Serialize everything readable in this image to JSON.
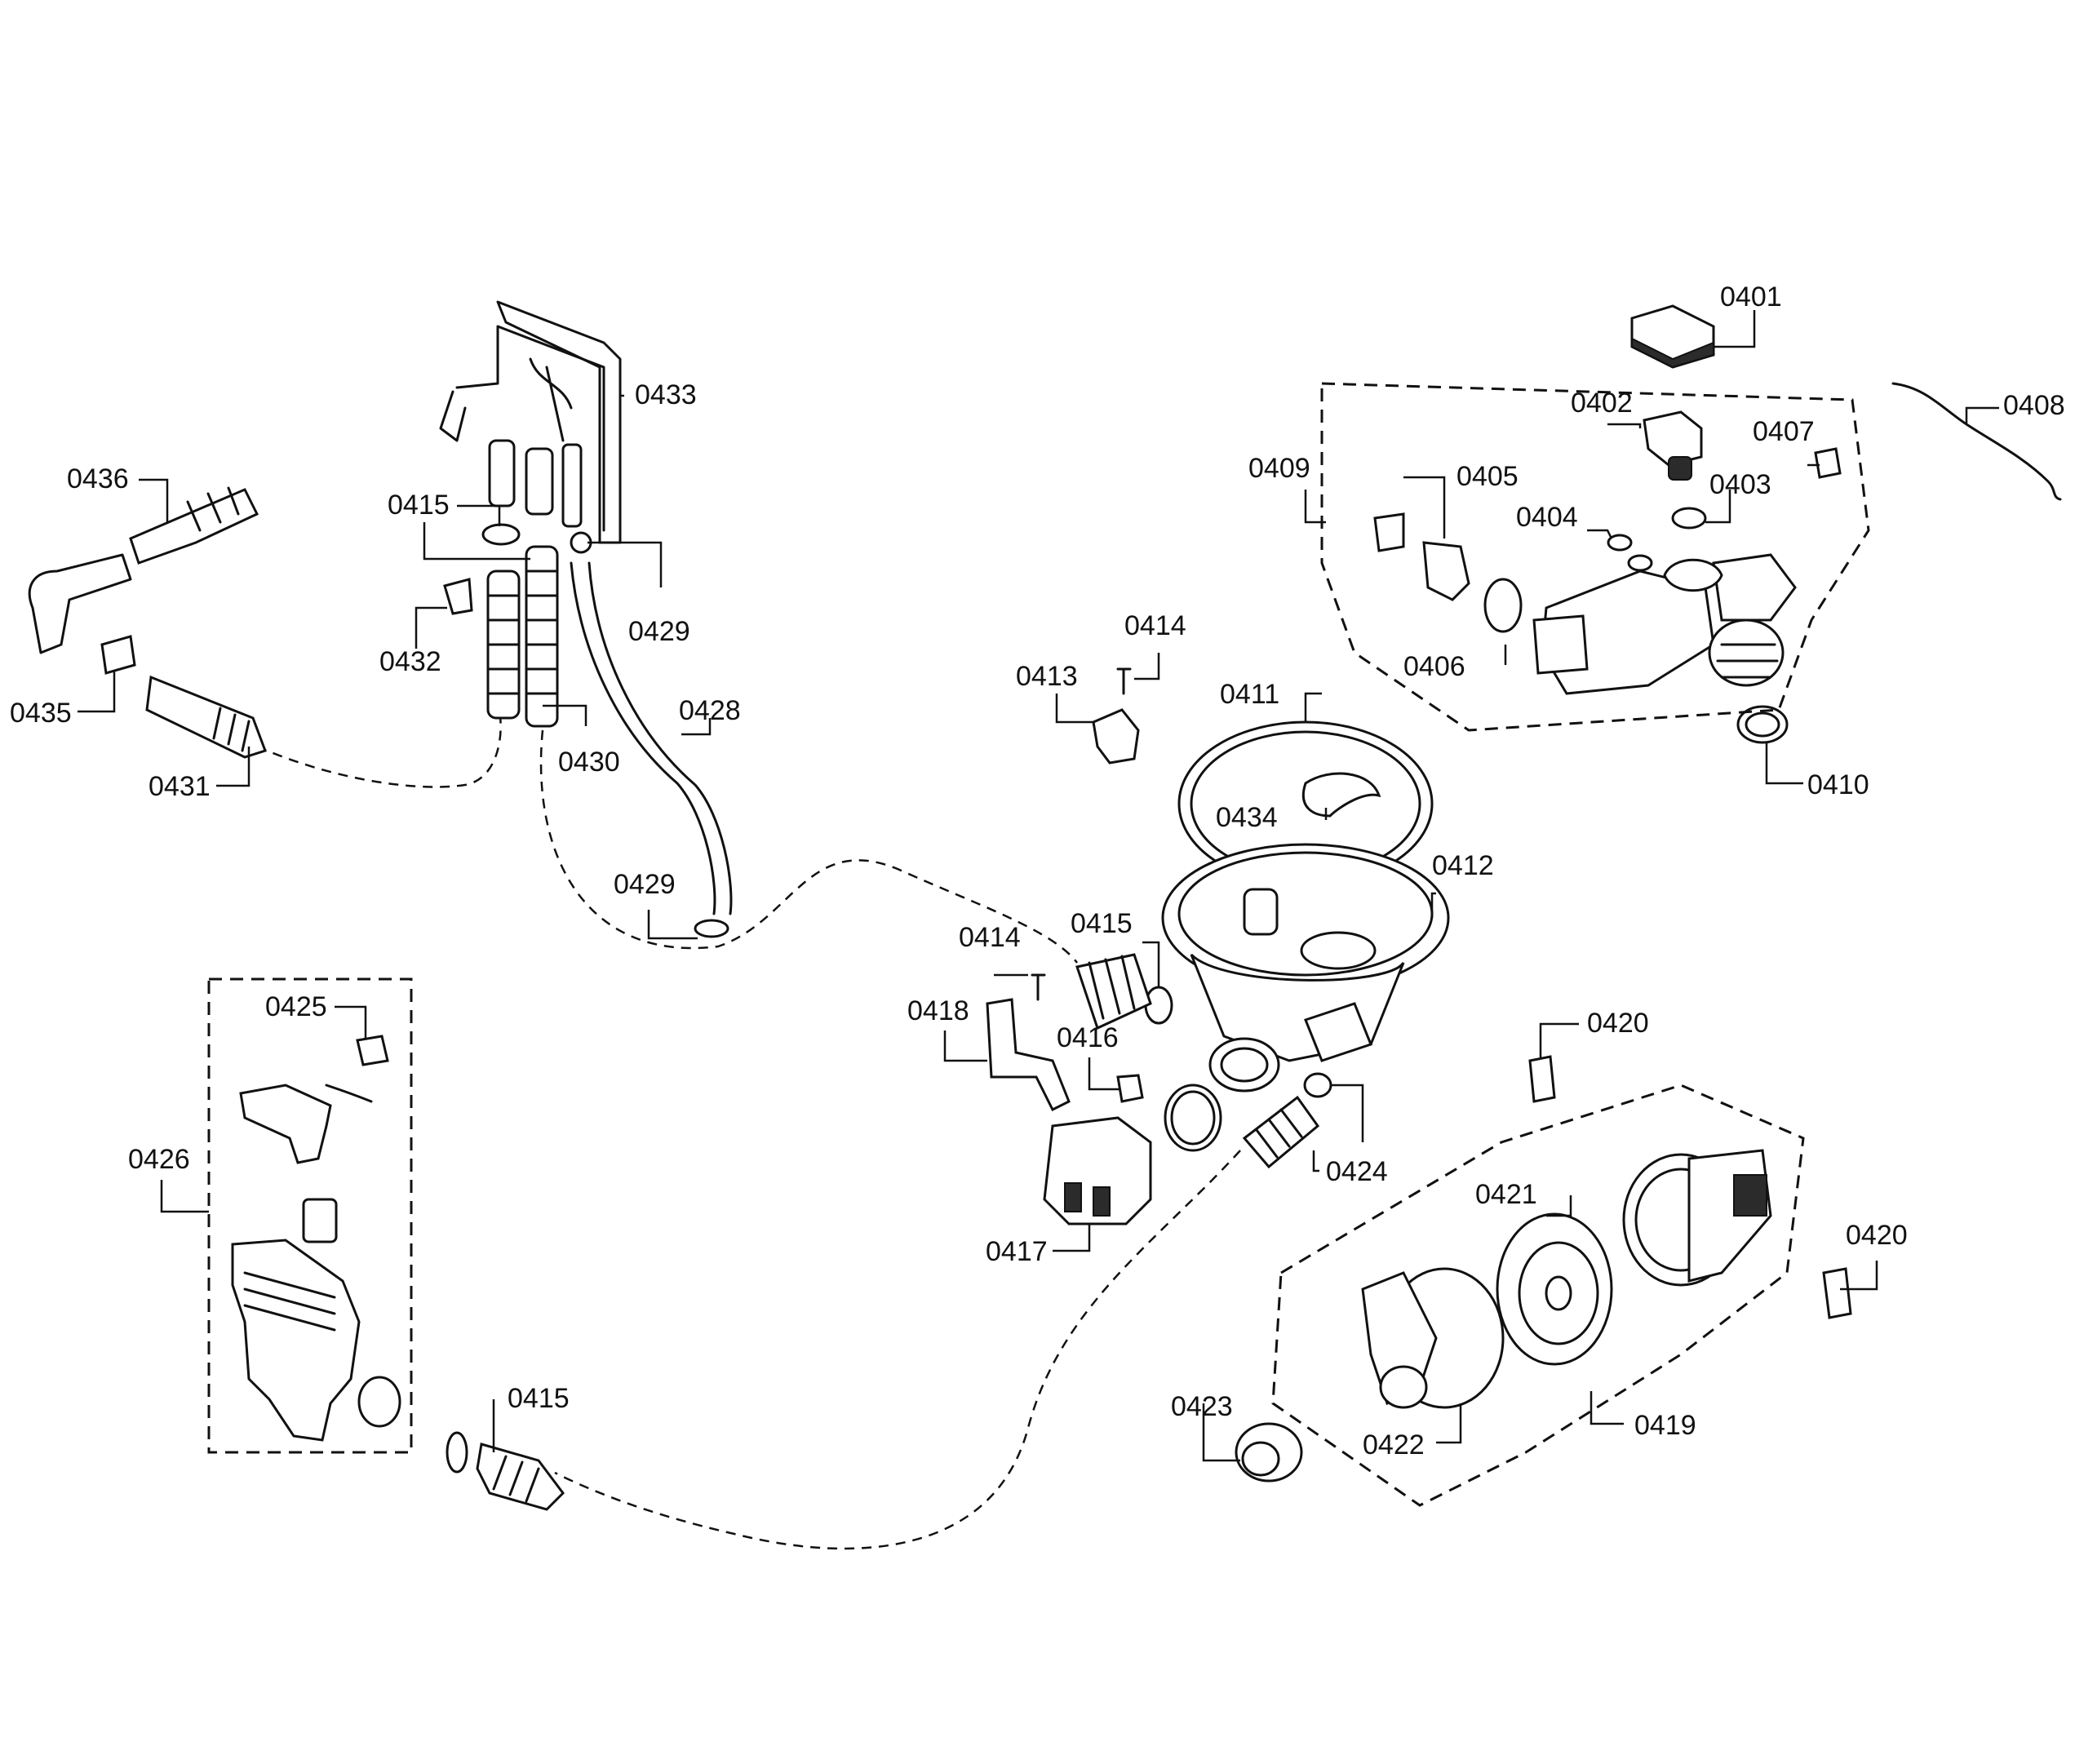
{
  "callouts": [
    {
      "label": "0401"
    },
    {
      "label": "0402"
    },
    {
      "label": "0403"
    },
    {
      "label": "0404"
    },
    {
      "label": "0405"
    },
    {
      "label": "0406"
    },
    {
      "label": "0407"
    },
    {
      "label": "0408"
    },
    {
      "label": "0409"
    },
    {
      "label": "0410"
    },
    {
      "label": "0411"
    },
    {
      "label": "0412"
    },
    {
      "label": "0413"
    },
    {
      "label": "0414"
    },
    {
      "label": "0434"
    },
    {
      "label": "0433"
    },
    {
      "label": "0436"
    },
    {
      "label": "0415"
    },
    {
      "label": "0432"
    },
    {
      "label": "0429"
    },
    {
      "label": "0435"
    },
    {
      "label": "0428"
    },
    {
      "label": "0430"
    },
    {
      "label": "0431"
    },
    {
      "label": "0429"
    },
    {
      "label": "0415"
    },
    {
      "label": "0414"
    },
    {
      "label": "0418"
    },
    {
      "label": "0416"
    },
    {
      "label": "0425"
    },
    {
      "label": "0420"
    },
    {
      "label": "0424"
    },
    {
      "label": "0426"
    },
    {
      "label": "0421"
    },
    {
      "label": "0417"
    },
    {
      "label": "0420"
    },
    {
      "label": "0415"
    },
    {
      "label": "0423"
    },
    {
      "label": "0422"
    },
    {
      "label": "0419"
    }
  ]
}
